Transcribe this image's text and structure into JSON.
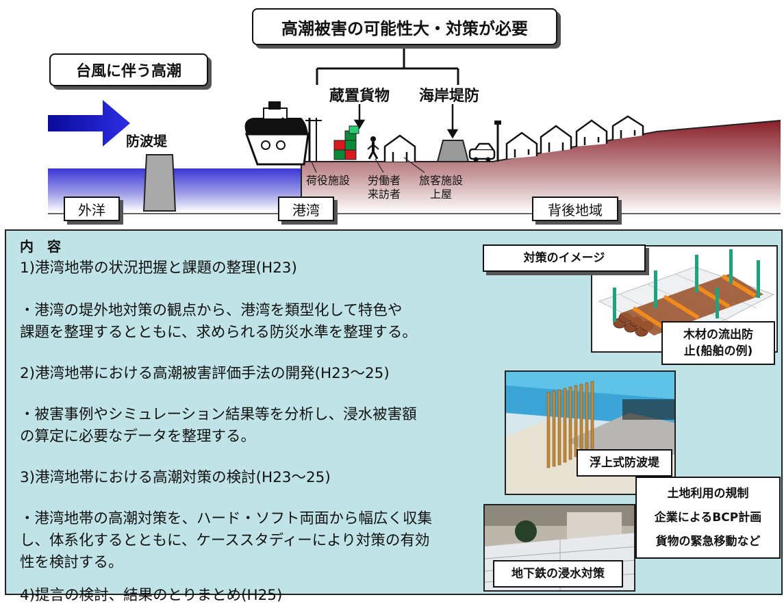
{
  "top_callout": "高潮被害の可能性大・対策が必要",
  "typhoon_label": "台風に伴う高潮",
  "labels": {
    "breakwater": "防波堤",
    "stored_cargo": "蔵置貨物",
    "seawall": "海岸堤防",
    "cargo_facility": "荷役施設",
    "workers": "労働者",
    "visitors": "来訪者",
    "passenger_facility": "旅客施設",
    "shed": "上屋"
  },
  "zones": {
    "open_sea": "外洋",
    "port": "港湾",
    "hinterland": "背後地域"
  },
  "content": {
    "heading": "内　容",
    "item1": "1)港湾地帯の状況把握と課題の整理(H23)",
    "item1_desc1": "・港湾の堤外地対策の観点から、港湾を類型化して特色や",
    "item1_desc2": "課題を整理するとともに、求められる防災水準を整理する。",
    "item2": "2)港湾地帯における高潮被害評価手法の開発(H23～25)",
    "item2_desc1": "・被害事例やシミュレーション結果等を分析し、浸水被害額",
    "item2_desc2": "の算定に必要なデータを整理する。",
    "item3": "3)港湾地帯における高潮対策の検討(H23～25)",
    "item3_desc1": "・港湾地帯の高潮対策を、ハード・ソフト両面から幅広く収集",
    "item3_desc2": "し、体系化するとともに、ケーススタディーにより対策の有効",
    "item3_desc3": "性を検討する。",
    "item4": "4)提言の検討、結果のとりまとめ(H25)"
  },
  "images_panel": {
    "title": "対策のイメージ",
    "timber_caption_1": "木材の流出防",
    "timber_caption_2": "止(船舶の例)",
    "floating_caption": "浮上式防波堤",
    "subway_caption": "地下鉄の浸水対策",
    "soft_measures": [
      "土地利用の規制",
      "企業によるBCP計画",
      "貨物の緊急移動など"
    ]
  }
}
